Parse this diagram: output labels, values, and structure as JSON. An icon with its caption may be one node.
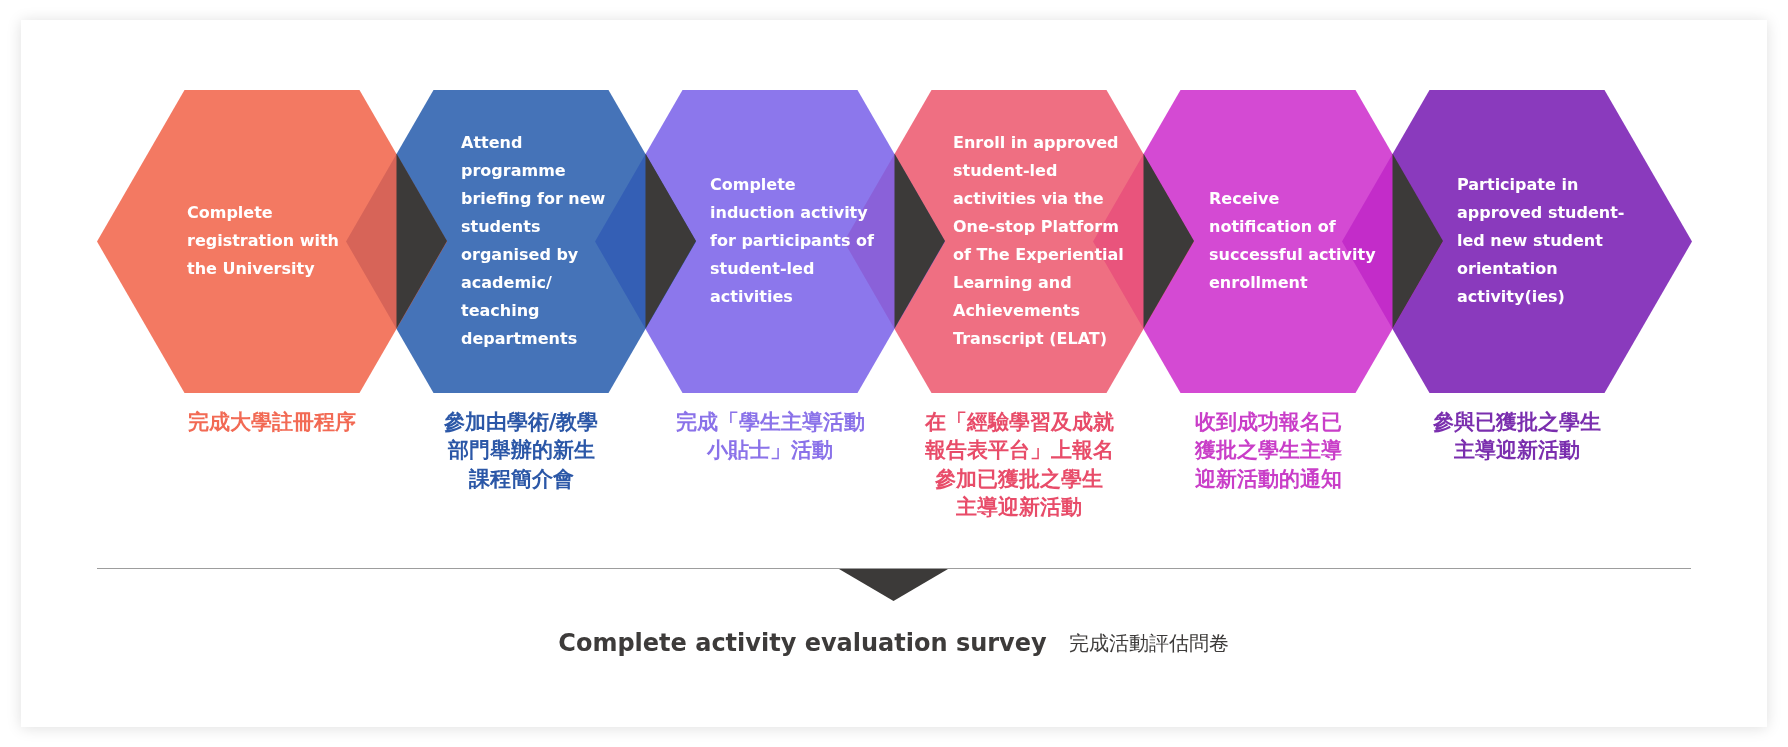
{
  "diagram": {
    "nodes": [
      {
        "text": [
          "Complete registration with the University"
        ],
        "beside": [
          "完成大學註冊程序"
        ]
      },
      {
        "text": [
          "Attend programme briefing for new students organised by academic/teaching departments"
        ],
        "beside": [
          "參加由學術/教學部門舉辦的新生課程簡介會"
        ]
      },
      {
        "text": [
          "Complete induction activity for participants of student-led activities"
        ],
        "beside": [
          "完成「學生主導活動小貼士」活動"
        ]
      },
      {
        "text": [
          "Enroll in approved student-led activities via the One-stop Platform of The Experiential Learning and Achievements Transcript (ELAT)"
        ],
        "beside": [
          "在「經驗學習及成就報告表平台」上報名參加已獲批之學生主導迎新活動"
        ]
      },
      {
        "text": [
          "Receive notification of successful activity enrollment"
        ],
        "beside": [
          "收到成功報名已獲批之學生主導迎新活動的通知"
        ]
      },
      {
        "text": [
          "Participate in approved student-led new student orientation activity(ies)"
        ],
        "beside": [
          "參與已獲批之學生主導迎新活動"
        ]
      },
      {
        "text": [
          "Complete activity evaluation survey",
          "完成活動評估問卷"
        ]
      }
    ],
    "edges": [
      {
        "from": 0,
        "to": 1,
        "arrow": "to"
      },
      {
        "from": 1,
        "to": 2,
        "arrow": "to"
      },
      {
        "from": 2,
        "to": 3,
        "arrow": "to"
      },
      {
        "from": 3,
        "to": 4,
        "arrow": "to"
      },
      {
        "from": 4,
        "to": 5,
        "arrow": "to"
      },
      {
        "from": null,
        "to": 6,
        "arrow": "to"
      }
    ]
  }
}
